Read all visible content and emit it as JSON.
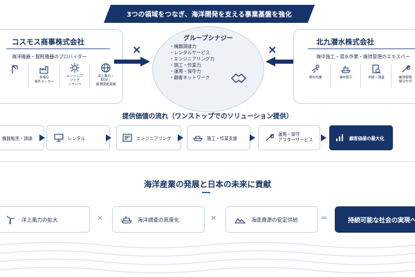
{
  "banner": "3つの領域をつなぎ、海洋開発を支える事業基盤を強化",
  "left_company": {
    "name": "コスモス商事株式会社",
    "subtitle": "海洋機器・掘削機器のプロバイダー",
    "items": [
      {
        "label": "",
        "icon": "crane-icon"
      },
      {
        "label": "多様な\n海外メーカー",
        "icon": "factory-icon"
      },
      {
        "label": "エンジニア\nリング\nノウハウ",
        "icon": "gear-icon"
      },
      {
        "label": "洋上風力・\nROV・\n資源開発実績",
        "icon": "globe-icon"
      }
    ]
  },
  "right_company": {
    "name": "北九潜水株式会社",
    "subtitle": "海中施工・潜水作業・維持管理のエキスパー",
    "items": [
      {
        "label": "潜水作業",
        "icon": "diver-icon"
      },
      {
        "label": "海中施工",
        "icon": "ship-icon"
      },
      {
        "label": "点検・調査",
        "icon": "inspection-icon"
      },
      {
        "label": "維持管理\n保守サポ",
        "icon": "wrench-icon"
      }
    ]
  },
  "synergy": {
    "title": "グループシナジー",
    "items": [
      "機器調達力",
      "レンタルサービス",
      "エンジニアリング力",
      "施工・作業力",
      "運用・保守力",
      "顧客ネットワーク"
    ]
  },
  "flow": {
    "title": "提供価値の流れ（ワンストップでのソリューション提供）",
    "steps": [
      {
        "label": "機器販売・調達",
        "icon": ""
      },
      {
        "label": "レンタル",
        "icon": "monitor-icon"
      },
      {
        "label": "エンジニアリング",
        "icon": "document-icon"
      },
      {
        "label": "施工・作業支援",
        "icon": "ship-icon"
      },
      {
        "label": "運用・保守\nアフターサービス",
        "icon": "wrench-icon"
      },
      {
        "label": "顧客価値の最大化",
        "icon": "chart-icon"
      }
    ]
  },
  "contribution": "海洋産業の発展と日本の未来に貢献",
  "goals": [
    {
      "label": "洋上風力の拡大",
      "icon": "wind-turbine-icon"
    },
    {
      "label": "海洋調査の高度化",
      "icon": "ship-icon"
    },
    {
      "label": "海底資源の安定供給",
      "icon": "mountain-icon"
    }
  ],
  "final_goal": "持続可能な社会の実現へ",
  "operators": [
    "×",
    "×",
    "="
  ]
}
